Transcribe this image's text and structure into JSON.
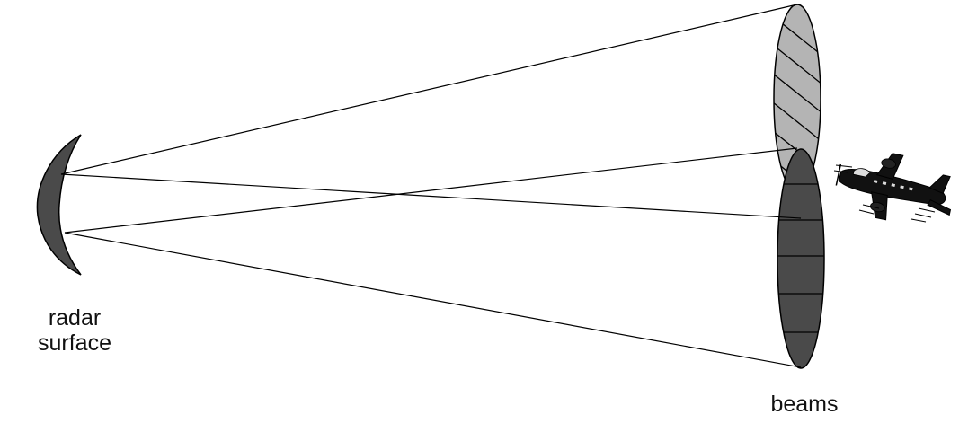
{
  "labels": {
    "radar_line1": "radar",
    "radar_line2": "surface",
    "beams": "beams"
  },
  "colors": {
    "stroke": "#000000",
    "radar_fill": "#4a4a4a",
    "upper_beam_fill": "#b4b4b4",
    "lower_beam_fill": "#4a4a4a",
    "background": "#ffffff"
  },
  "icons": {
    "aircraft": "airplane-icon"
  }
}
